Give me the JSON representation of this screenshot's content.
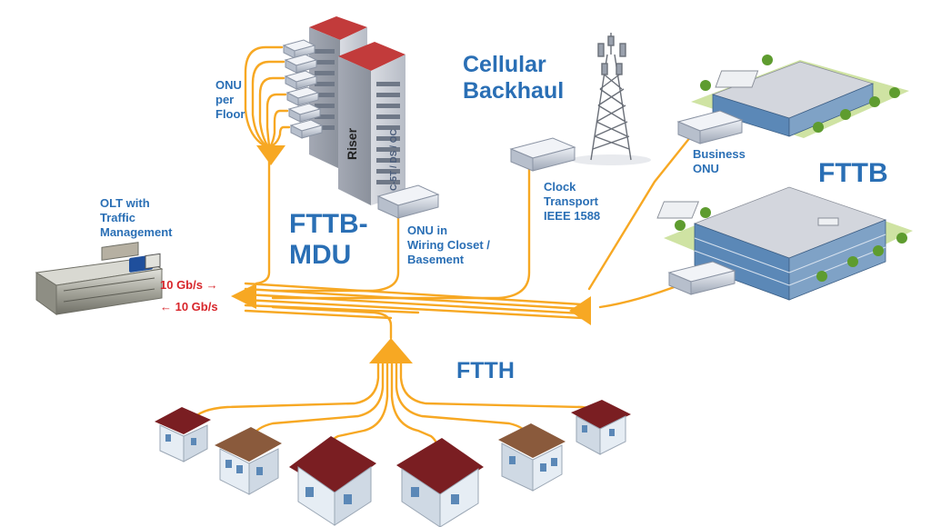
{
  "labels": {
    "onu_per_floor": [
      "ONU",
      "per",
      "Floor"
    ],
    "olt": [
      "OLT with",
      "Traffic",
      "Management"
    ],
    "fttb_mdu": [
      "FTTB-",
      "MDU"
    ],
    "riser": "Riser",
    "riser_side": "C-5T / DS / OC",
    "onu_closet": [
      "ONU in",
      "Wiring Closet /",
      "Basement"
    ],
    "cellular": [
      "Cellular",
      "Backhaul"
    ],
    "clock": [
      "Clock",
      "Transport",
      "IEEE 1588"
    ],
    "business_onu": [
      "Business",
      "ONU"
    ],
    "fttb": "FTTB",
    "ftth": "FTTH",
    "rate_down": "10 Gb/s →",
    "rate_up": "← 10 Gb/s"
  },
  "colors": {
    "fiber": "#f7a823",
    "label_blue": "#2a6fb5",
    "rate_red": "#d8262b",
    "roof": "#7a1e22",
    "roof_brown": "#8a5a3c",
    "wall": "#e6edf4",
    "building_gray": "#c9ccd3",
    "building_red": "#c23b3b",
    "glass": "#5b88b7",
    "tree": "#5e9c2f",
    "grass": "#cfe3a3"
  }
}
